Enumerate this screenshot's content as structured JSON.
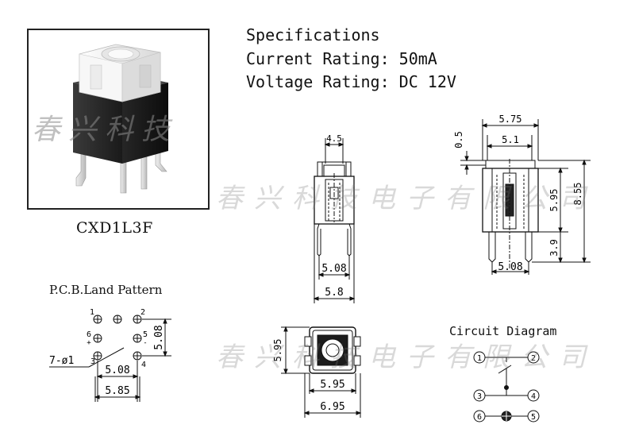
{
  "specs": {
    "heading": "Specifications",
    "current": "Current Rating: 50mA",
    "voltage": "Voltage Rating: DC 12V"
  },
  "model": "CXD1L3F",
  "pcb": {
    "title": "P.C.B.Land Pattern",
    "hole_callout": "7-ø1",
    "dim_pitch": "5.08",
    "dim_side": "5.08",
    "dim_overall": "5.85",
    "pins": [
      "1",
      "2",
      "3",
      "4",
      "5",
      "6"
    ],
    "polarity_plus": "+",
    "polarity_minus": "-"
  },
  "front_view": {
    "dim_top": "4.5",
    "dim_pins": "5.08",
    "dim_body": "5.8"
  },
  "side_view": {
    "dim_cap_height": "0.5",
    "dim_width_outer": "5.75",
    "dim_width_inner": "5.1",
    "dim_body_height": "5.95",
    "dim_total_height": "8.55",
    "dim_pin_length": "3.9",
    "dim_pins": "5.08"
  },
  "top_view": {
    "dim_height": "5.95",
    "dim_width": "5.95",
    "dim_overall": "6.95"
  },
  "circuit": {
    "title": "Circuit Diagram",
    "nodes": [
      "1",
      "2",
      "3",
      "4",
      "6",
      "5"
    ]
  },
  "watermark": {
    "photo": "春兴科技",
    "diagram": "春兴科技电子有限公司"
  }
}
